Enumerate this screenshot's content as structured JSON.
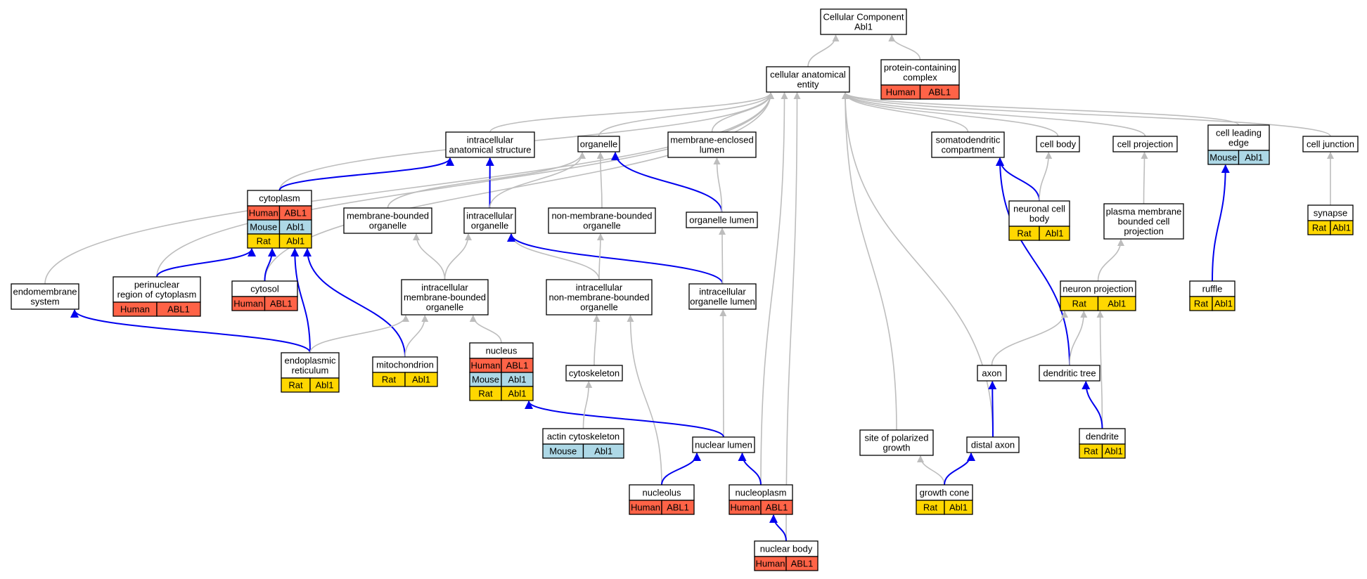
{
  "colors": {
    "Human": "#ff6347",
    "Mouse": "#add8e6",
    "Rat": "#ffd700",
    "edge_is_a": "#bdbdbd",
    "edge_part_of": "#0000ee"
  },
  "nodes": {
    "root": {
      "lines": [
        "Cellular Component",
        "Abl1"
      ],
      "ann": []
    },
    "cae": {
      "lines": [
        "cellular anatomical",
        "entity"
      ],
      "ann": []
    },
    "pcc": {
      "lines": [
        "protein-containing",
        "complex"
      ],
      "ann": [
        [
          "Human",
          "ABL1"
        ]
      ]
    },
    "ias": {
      "lines": [
        "intracellular",
        "anatomical structure"
      ],
      "ann": []
    },
    "organelle": {
      "lines": [
        "organelle"
      ],
      "ann": []
    },
    "mel": {
      "lines": [
        "membrane-enclosed",
        "lumen"
      ],
      "ann": []
    },
    "sdc": {
      "lines": [
        "somatodendritic",
        "compartment"
      ],
      "ann": []
    },
    "cellbody": {
      "lines": [
        "cell body"
      ],
      "ann": []
    },
    "cellproj": {
      "lines": [
        "cell projection"
      ],
      "ann": []
    },
    "cle": {
      "lines": [
        "cell leading",
        "edge"
      ],
      "ann": [
        [
          "Mouse",
          "Abl1"
        ]
      ]
    },
    "cj": {
      "lines": [
        "cell junction"
      ],
      "ann": []
    },
    "cytoplasm": {
      "lines": [
        "cytoplasm"
      ],
      "ann": [
        [
          "Human",
          "ABL1"
        ],
        [
          "Mouse",
          "Abl1"
        ],
        [
          "Rat",
          "Abl1"
        ]
      ]
    },
    "mbo": {
      "lines": [
        "membrane-bounded",
        "organelle"
      ],
      "ann": []
    },
    "io": {
      "lines": [
        "intracellular",
        "organelle"
      ],
      "ann": []
    },
    "nmbo": {
      "lines": [
        "non-membrane-bounded",
        "organelle"
      ],
      "ann": []
    },
    "olumen": {
      "lines": [
        "organelle lumen"
      ],
      "ann": []
    },
    "ncb": {
      "lines": [
        "neuronal cell",
        "body"
      ],
      "ann": [
        [
          "Rat",
          "Abl1"
        ]
      ]
    },
    "pmbcp": {
      "lines": [
        "plasma membrane",
        "bounded cell",
        "projection"
      ],
      "ann": []
    },
    "synapse": {
      "lines": [
        "synapse"
      ],
      "ann": [
        [
          "Rat",
          "Abl1"
        ]
      ]
    },
    "es": {
      "lines": [
        "endomembrane",
        "system"
      ],
      "ann": []
    },
    "prc": {
      "lines": [
        "perinuclear",
        "region of cytoplasm"
      ],
      "ann": [
        [
          "Human",
          "ABL1"
        ]
      ]
    },
    "cytosol": {
      "lines": [
        "cytosol"
      ],
      "ann": [
        [
          "Human",
          "ABL1"
        ]
      ]
    },
    "imbo": {
      "lines": [
        "intracellular",
        "membrane-bounded",
        "organelle"
      ],
      "ann": []
    },
    "inmbo": {
      "lines": [
        "intracellular",
        "non-membrane-bounded",
        "organelle"
      ],
      "ann": []
    },
    "iol": {
      "lines": [
        "intracellular",
        "organelle lumen"
      ],
      "ann": []
    },
    "np": {
      "lines": [
        "neuron projection"
      ],
      "ann": [
        [
          "Rat",
          "Abl1"
        ]
      ]
    },
    "ruffle": {
      "lines": [
        "ruffle"
      ],
      "ann": [
        [
          "Rat",
          "Abl1"
        ]
      ]
    },
    "er": {
      "lines": [
        "endoplasmic",
        "reticulum"
      ],
      "ann": [
        [
          "Rat",
          "Abl1"
        ]
      ]
    },
    "mito": {
      "lines": [
        "mitochondrion"
      ],
      "ann": [
        [
          "Rat",
          "Abl1"
        ]
      ]
    },
    "nucleus": {
      "lines": [
        "nucleus"
      ],
      "ann": [
        [
          "Human",
          "ABL1"
        ],
        [
          "Mouse",
          "Abl1"
        ],
        [
          "Rat",
          "Abl1"
        ]
      ]
    },
    "cytoskel": {
      "lines": [
        "cytoskeleton"
      ],
      "ann": []
    },
    "axon": {
      "lines": [
        "axon"
      ],
      "ann": []
    },
    "dtree": {
      "lines": [
        "dendritic tree"
      ],
      "ann": []
    },
    "actin": {
      "lines": [
        "actin cytoskeleton"
      ],
      "ann": [
        [
          "Mouse",
          "Abl1"
        ]
      ]
    },
    "nlumen": {
      "lines": [
        "nuclear lumen"
      ],
      "ann": []
    },
    "spg": {
      "lines": [
        "site of polarized",
        "growth"
      ],
      "ann": []
    },
    "daxon": {
      "lines": [
        "distal axon"
      ],
      "ann": []
    },
    "dendrite": {
      "lines": [
        "dendrite"
      ],
      "ann": [
        [
          "Rat",
          "Abl1"
        ]
      ]
    },
    "nucleolus": {
      "lines": [
        "nucleolus"
      ],
      "ann": [
        [
          "Human",
          "ABL1"
        ]
      ]
    },
    "nucleoplasm": {
      "lines": [
        "nucleoplasm"
      ],
      "ann": [
        [
          "Human",
          "ABL1"
        ]
      ]
    },
    "gcone": {
      "lines": [
        "growth cone"
      ],
      "ann": [
        [
          "Rat",
          "Abl1"
        ]
      ]
    },
    "nbody": {
      "lines": [
        "nuclear body"
      ],
      "ann": [
        [
          "Human",
          "ABL1"
        ]
      ]
    }
  }
}
